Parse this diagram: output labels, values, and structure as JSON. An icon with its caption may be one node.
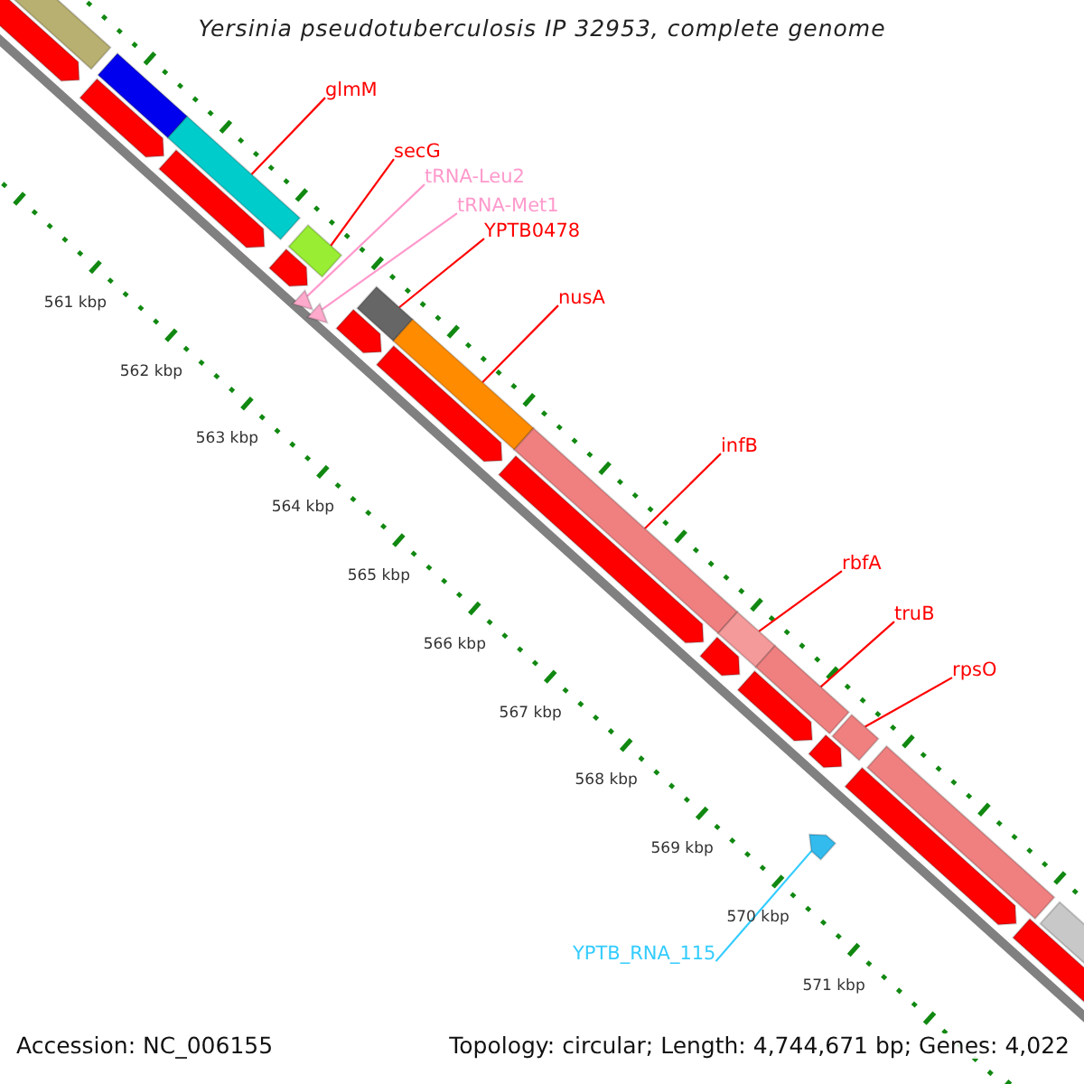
{
  "diagram": {
    "title": "Yersinia pseudotuberculosis IP 32953, complete genome",
    "nodes": [
      {
        "text": [
          "glmM"
        ]
      },
      {
        "text": [
          "secG"
        ]
      },
      {
        "text": [
          "tRNA-Leu2"
        ]
      },
      {
        "text": [
          "tRNA-Met1"
        ]
      },
      {
        "text": [
          "YPTB0478"
        ]
      },
      {
        "text": [
          "nusA"
        ]
      },
      {
        "text": [
          "infB"
        ]
      },
      {
        "text": [
          "rbfA"
        ]
      },
      {
        "text": [
          "truB"
        ]
      },
      {
        "text": [
          "rpsO"
        ]
      },
      {
        "text": [
          "YPTB_RNA_115"
        ]
      },
      {
        "text": [],
        "shape": "bar"
      },
      {
        "text": [],
        "shape": "bar"
      },
      {
        "text": [],
        "shape": "triangle"
      },
      {
        "text": [],
        "shape": "triangle"
      },
      {
        "text": [],
        "shape": "bar"
      },
      {
        "text": [],
        "shape": "bar"
      },
      {
        "text": [],
        "shape": "bar"
      },
      {
        "text": [],
        "shape": "bar"
      },
      {
        "text": [],
        "shape": "bar"
      },
      {
        "text": [],
        "shape": "bar"
      },
      {
        "text": [],
        "shape": "arrow"
      }
    ],
    "edges": [
      {
        "from": 0,
        "to": 11,
        "arrow": "none"
      },
      {
        "from": 1,
        "to": 12,
        "arrow": "none"
      },
      {
        "from": 2,
        "to": 13,
        "arrow": "none",
        "color": "#ff99cc"
      },
      {
        "from": 3,
        "to": 14,
        "arrow": "none",
        "color": "#ff99cc"
      },
      {
        "from": 4,
        "to": 15,
        "arrow": "none"
      },
      {
        "from": 5,
        "to": 16,
        "arrow": "none"
      },
      {
        "from": 6,
        "to": 17,
        "arrow": "none"
      },
      {
        "from": 7,
        "to": 18,
        "arrow": "none"
      },
      {
        "from": 8,
        "to": 19,
        "arrow": "none"
      },
      {
        "from": 9,
        "to": 20,
        "arrow": "none"
      },
      {
        "from": 10,
        "to": 21,
        "arrow": "none",
        "color": "#33ccff"
      }
    ],
    "labels": [
      "561 kbp",
      "562 kbp",
      "563 kbp",
      "564 kbp",
      "565 kbp",
      "566 kbp",
      "567 kbp",
      "568 kbp",
      "569 kbp",
      "570 kbp",
      "571 kbp",
      "Accession: NC_006155",
      "Topology: circular; Length: 4,744,671 bp; Genes: 4,022"
    ]
  }
}
